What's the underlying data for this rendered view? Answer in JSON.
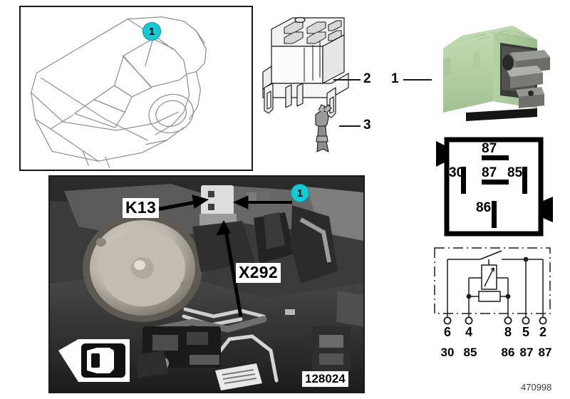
{
  "document": {
    "reference_number": "470998",
    "photo_reference": "128024"
  },
  "vehicle_panel": {
    "name": "vehicle-location-drawing",
    "callout": "1"
  },
  "photo_panel": {
    "name": "installation-photograph",
    "callout": "1",
    "labels": {
      "relay": "K13",
      "connector": "X292"
    },
    "direction_indicator": "vehicle-front-direction-icon"
  },
  "parts": {
    "item_1": "1",
    "item_2": "2",
    "item_3": "3",
    "names": {
      "item_1": "relay",
      "item_2": "relay-socket",
      "item_3": "contact-terminal"
    }
  },
  "pin_diagram": {
    "name": "relay-terminal-layout",
    "terminals": [
      {
        "label": "87",
        "position": "top-center"
      },
      {
        "label": "30",
        "position": "left"
      },
      {
        "label": "87",
        "position": "center"
      },
      {
        "label": "85",
        "position": "right"
      },
      {
        "label": "86",
        "position": "bottom-center"
      }
    ]
  },
  "circuit_schematic": {
    "name": "relay-circuit-diagram",
    "pin_numbers": [
      "6",
      "4",
      "8",
      "5",
      "2"
    ],
    "terminal_numbers": [
      "30",
      "85",
      "86",
      "87",
      "87"
    ]
  },
  "colors": {
    "callout_badge": "#17c9d4",
    "relay_body": "#b9d4a8",
    "line": "#1a1a1a",
    "drawing_outline": "#8a8a8a"
  }
}
